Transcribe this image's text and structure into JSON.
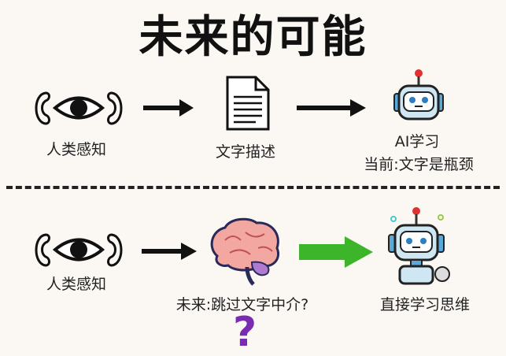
{
  "title": "未来的可能",
  "top_row": {
    "perception_label": "人类感知",
    "text_label": "文字描述",
    "ai_label": "AI学习",
    "current_note": "当前:文字是瓶颈"
  },
  "bottom_row": {
    "perception_label": "人类感知",
    "brain_label": "未来:跳过文字中介?",
    "ai_label": "直接学习思维",
    "question_mark": "?"
  },
  "colors": {
    "green_arrow": "#3db52a",
    "purple": "#7a2bb0",
    "robot_blue": "#5aa9d8",
    "brain_pink": "#f2a8a0"
  }
}
